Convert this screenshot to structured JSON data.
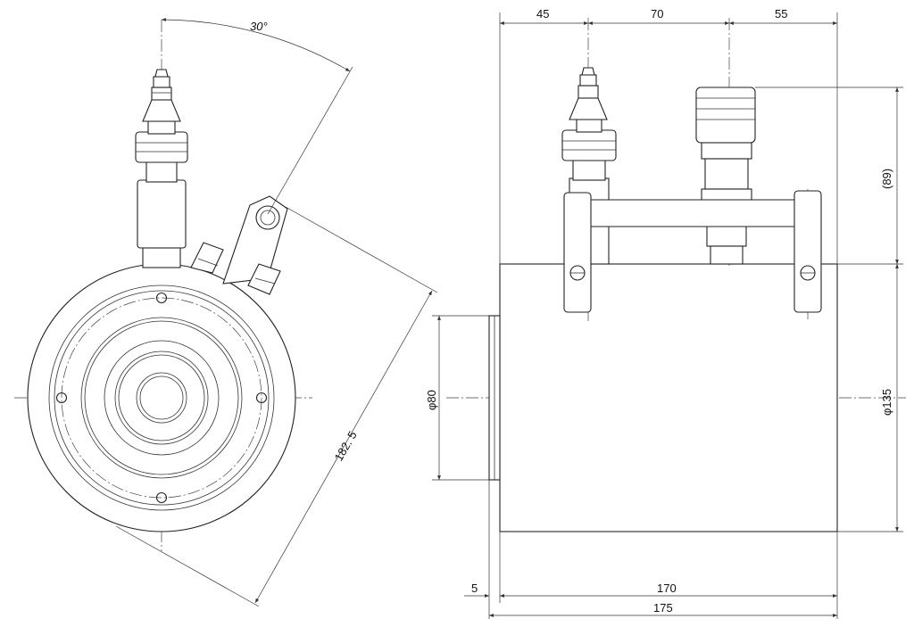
{
  "drawing": {
    "colors": {
      "line": "#222222",
      "background": "#ffffff"
    },
    "dimensions": {
      "angle": "30°",
      "diagonal": "182. 5",
      "top_left": "45",
      "top_mid": "70",
      "top_right": "55",
      "height_ref": "(89)",
      "dia_small": "φ80",
      "dia_large": "φ135",
      "flange": "5",
      "length": "170",
      "overall": "175"
    }
  }
}
